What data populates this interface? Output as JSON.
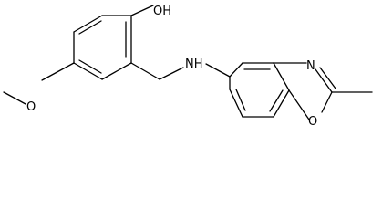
{
  "molecule": {
    "atoms": {
      "hydroxyl": "OH",
      "methoxy_oxygen": "O",
      "amine": "NH",
      "ring_nitrogen": "N",
      "ring_oxygen": "O"
    }
  }
}
